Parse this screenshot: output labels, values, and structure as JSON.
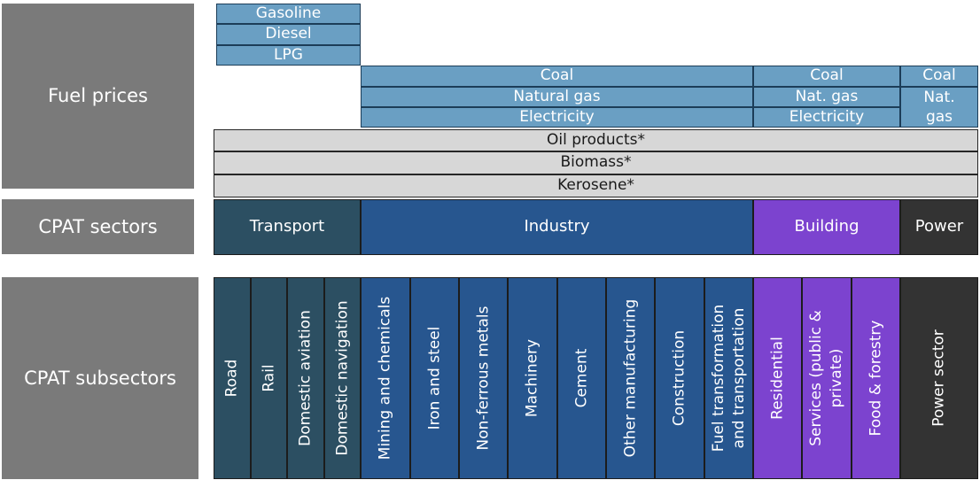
{
  "labels": {
    "fuel_prices": "Fuel prices",
    "cpat_sectors": "CPAT sectors",
    "cpat_subsectors": "CPAT subsectors"
  },
  "fuel_prices": {
    "transport": [
      "Gasoline",
      "Diesel",
      "LPG"
    ],
    "industry": [
      "Coal",
      "Natural gas",
      "Electricity"
    ],
    "building": [
      "Coal",
      "Nat. gas",
      "Electricity"
    ],
    "power_coal": "Coal",
    "power_gas": "Nat.\ngas",
    "common": [
      "Oil products*",
      "Biomass*",
      "Kerosene*"
    ]
  },
  "sectors": {
    "transport": "Transport",
    "industry": "Industry",
    "building": "Building",
    "power": "Power"
  },
  "subsectors": {
    "transport": [
      "Road",
      "Rail",
      "Domestic aviation",
      "Domestic navigation"
    ],
    "industry": [
      "Mining and chemicals",
      "Iron and steel",
      "Non-ferrous metals",
      "Machinery",
      "Cement",
      "Other manufacturing",
      "Construction",
      "Fuel transformation and transportation"
    ],
    "building": [
      "Residential",
      "Services (public & private)",
      "Food & forestry"
    ],
    "power": [
      "Power sector"
    ]
  },
  "colors": {
    "label_grey": "#7a7a7a",
    "fuel_blue": "#6a9fc3",
    "fuel_grey": "#d7d7d7",
    "transport": "#2c4f62",
    "industry": "#27568f",
    "building": "#7c43cf",
    "power": "#333333"
  }
}
